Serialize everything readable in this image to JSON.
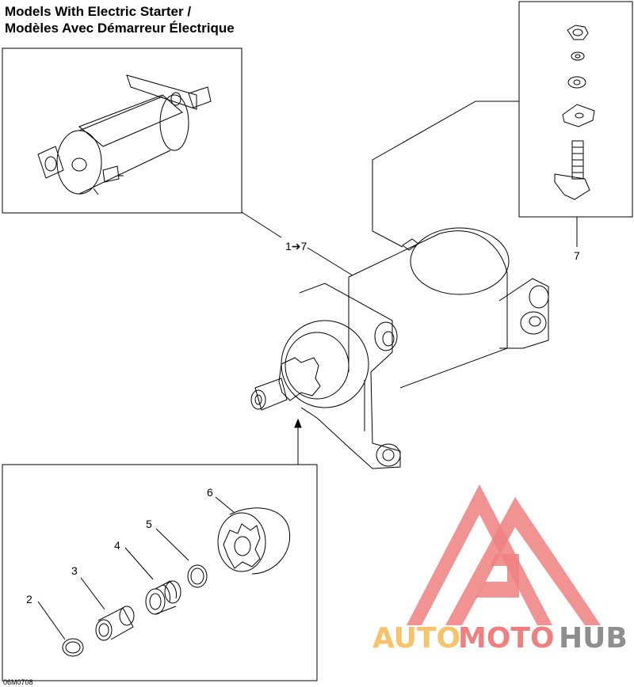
{
  "title": {
    "line1": "Models With Electric Starter /",
    "line2": "Modèles Avec Démarreur Électrique"
  },
  "callouts": {
    "range": "1➔7",
    "c2": "2",
    "c3": "3",
    "c4": "4",
    "c5": "5",
    "c6": "6",
    "c7": "7"
  },
  "figure_code": "06M0708",
  "watermark": {
    "part1": "AUTO",
    "part2": "MOTO",
    "part3": "HUB",
    "colors": {
      "primary": "#f08080",
      "orange": "#f7c26a",
      "gray": "#8e8e8e"
    }
  }
}
